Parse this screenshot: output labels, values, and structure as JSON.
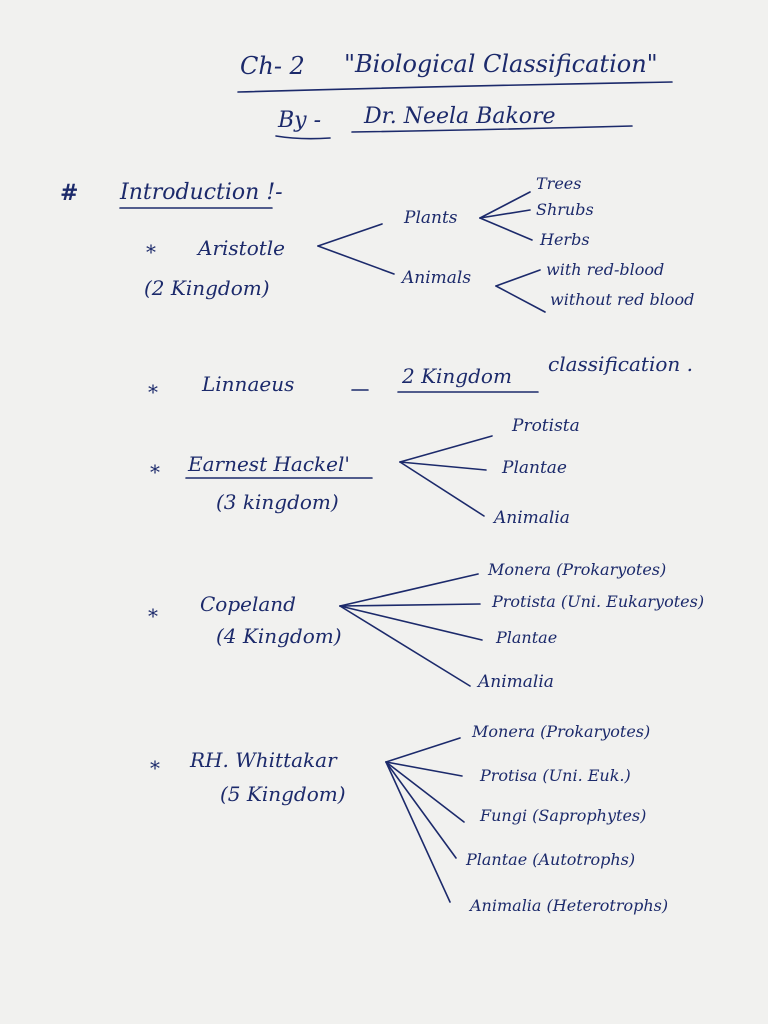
{
  "header": {
    "chapter": "Ch- 2",
    "title": "\"Biological Classification\"",
    "author_prefix": "By -",
    "author": "Dr. Neela Bakore"
  },
  "intro": {
    "marker": "#",
    "heading": "Introduction !-"
  },
  "sections": {
    "aristotle": {
      "bullet": "*",
      "name": "Aristotle",
      "sub": "(2 Kingdom)",
      "branches": [
        "Plants",
        "Animals"
      ],
      "plants_children": [
        "Trees",
        "Shrubs",
        "Herbs"
      ],
      "animals_children": [
        "with red-blood",
        "without red blood"
      ]
    },
    "linnaeus": {
      "bullet": "*",
      "name": "Linnaeus",
      "dash": "—",
      "classification": "2 Kingdom",
      "classification_suffix": "classification ."
    },
    "haeckel": {
      "bullet": "*",
      "name": "Earnest Hackel'",
      "sub": "(3 kingdom)",
      "children": [
        "Protista",
        "Plantae",
        "Animalia"
      ]
    },
    "copeland": {
      "bullet": "*",
      "name": "Copeland",
      "sub": "(4 Kingdom)",
      "children": [
        "Monera (Prokaryotes)",
        "Protista (Uni. Eukaryotes)",
        "Plantae",
        "Animalia"
      ]
    },
    "whittaker": {
      "bullet": "*",
      "name": "RH. Whittakar",
      "sub": "(5 Kingdom)",
      "children": [
        "Monera (Prokaryotes)",
        "Protisa (Uni. Euk.)",
        "Fungi (Saprophytes)",
        "Plantae (Autotrophs)",
        "Animalia (Heterotrophs)"
      ]
    }
  }
}
